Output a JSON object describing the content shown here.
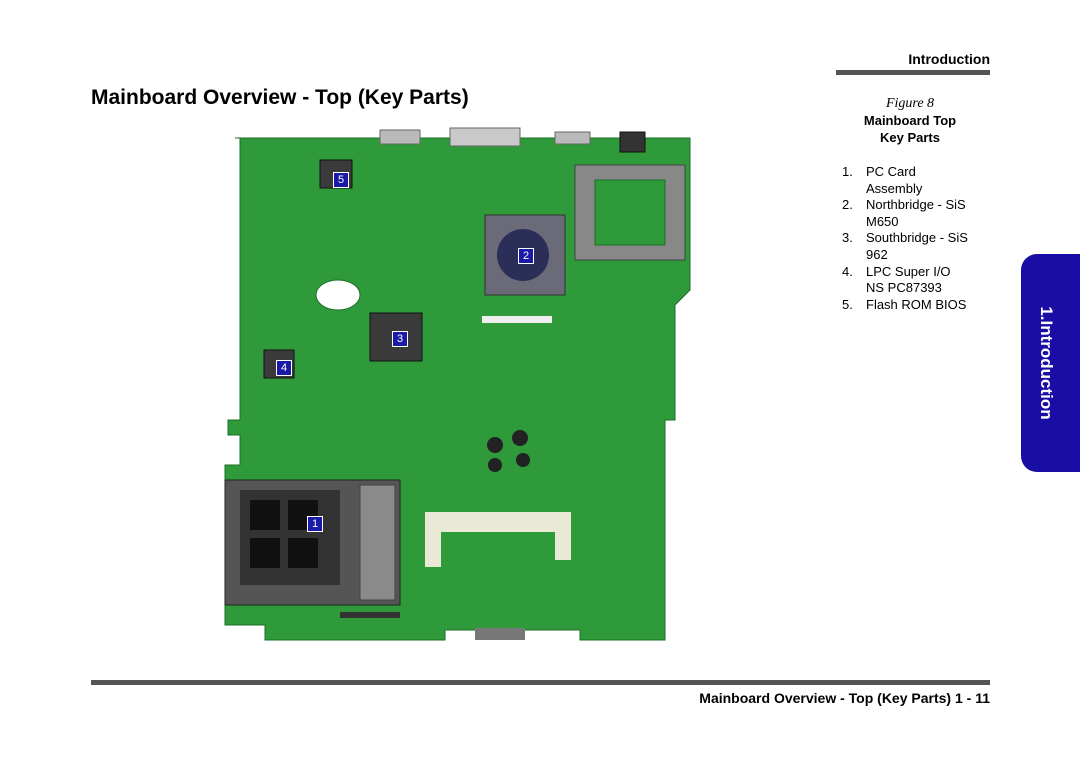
{
  "header": {
    "section_label": "Introduction",
    "page_title": "Mainboard Overview - Top (Key Parts)"
  },
  "figure": {
    "label": "Figure 8",
    "caption_line1": "Mainboard Top",
    "caption_line2": "Key Parts"
  },
  "parts": [
    {
      "num": "1.",
      "line1": "PC Card",
      "line2": "Assembly"
    },
    {
      "num": "2.",
      "line1": "Northbridge - SiS",
      "line2": "M650"
    },
    {
      "num": "3.",
      "line1": "Southbridge - SiS",
      "line2": "962"
    },
    {
      "num": "4.",
      "line1": "LPC Super I/O",
      "line2": "NS PC87393"
    },
    {
      "num": "5.",
      "line1": "Flash ROM BIOS",
      "line2": ""
    }
  ],
  "callouts": [
    "1",
    "2",
    "3",
    "4",
    "5"
  ],
  "side_tab": {
    "label": "1.Introduction",
    "color": "#1a0da6"
  },
  "footer": {
    "text": "Mainboard Overview - Top (Key Parts) 1 - 11"
  },
  "colors": {
    "board_green": "#2e9a3a",
    "callout_blue": "#1a1aa8",
    "rule_gray": "#555555"
  }
}
